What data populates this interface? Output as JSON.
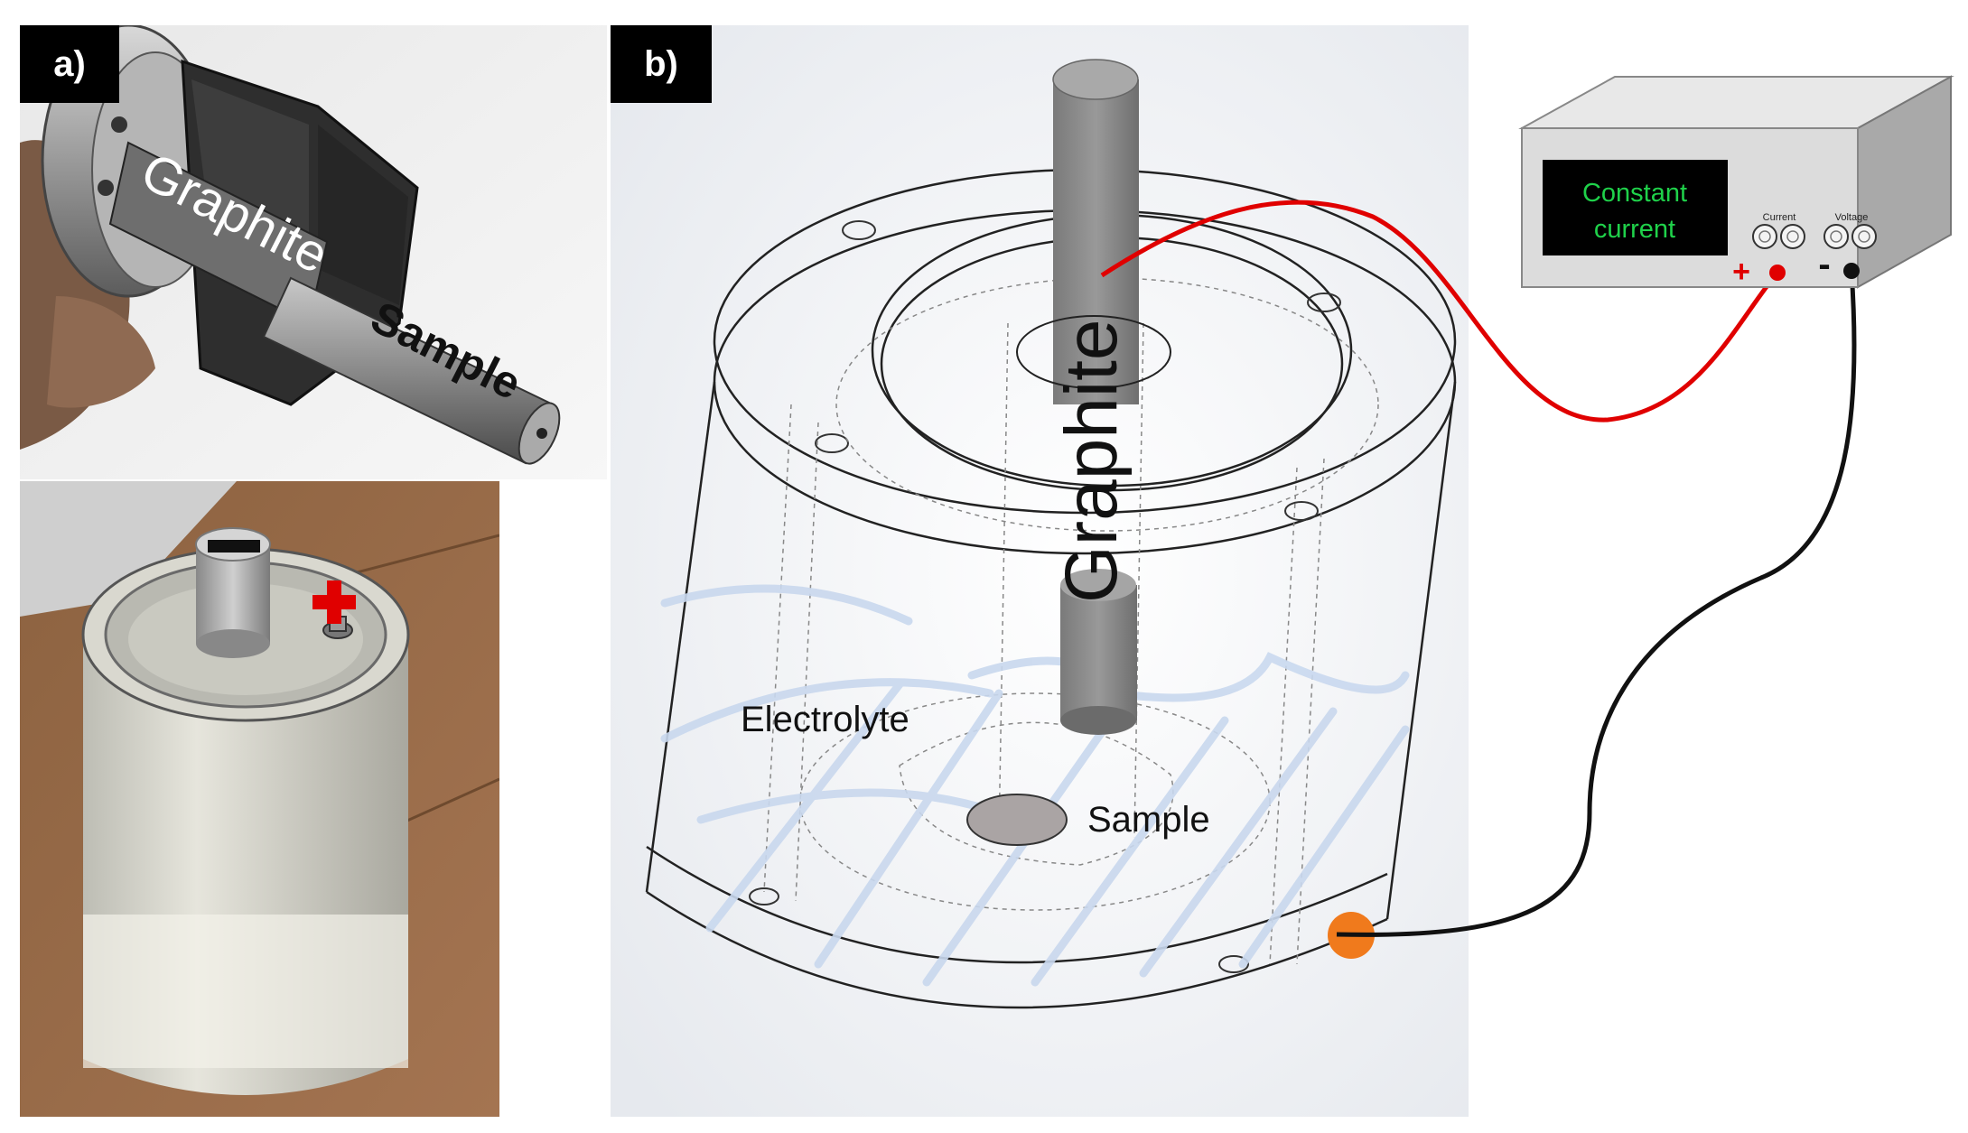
{
  "panel_a": {
    "tag": "a)",
    "label_graphite": "Graphite",
    "label_sample": "Sample",
    "minus_sign": "−",
    "plus_sign": "+"
  },
  "panel_b": {
    "tag": "b)",
    "label_graphite": "Graphite",
    "label_electrolyte": "Electrolyte",
    "label_sample": "Sample"
  },
  "power_supply": {
    "display_line1": "Constant",
    "display_line2": "current",
    "knob_label_current": "Current",
    "knob_label_voltage": "Voltage",
    "plus_sign": "+",
    "minus_sign": "-"
  },
  "colors": {
    "positive_wire": "#e00000",
    "negative_wire": "#111111",
    "display_text": "#1fd14a",
    "display_bg": "#000000",
    "electrode_contact": "#f07a1c",
    "graphite_rod": "#8c8c8c"
  }
}
